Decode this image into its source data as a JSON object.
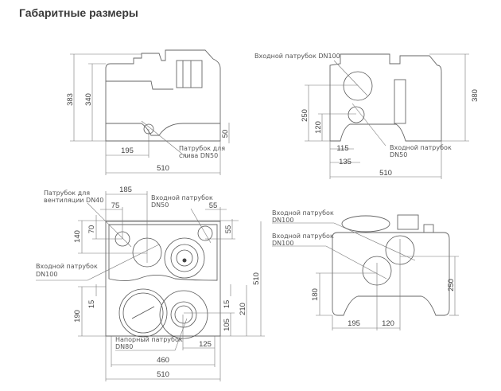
{
  "title": "Габаритные размеры",
  "views": {
    "front": {
      "dims": {
        "h_total": "383",
        "h_body": "340",
        "h_outlet": "50",
        "w_outlet": "195",
        "w_total": "510"
      },
      "labels": {
        "drain_1": "Патрубок для",
        "drain_2": "слива DN50"
      }
    },
    "side": {
      "dims": {
        "h_total": "380",
        "h_inlet100": "250",
        "h_inlet50": "120",
        "w_115": "115",
        "w_135": "135",
        "w_total": "510"
      },
      "labels": {
        "inlet100": "Входной патрубок DN100",
        "inlet50_1": "Входной патрубок",
        "inlet50_2": "DN50"
      }
    },
    "top": {
      "dims": {
        "w_185": "185",
        "w_75": "75",
        "w_55": "55",
        "h_140": "140",
        "h_70": "70",
        "h_55": "55",
        "d_510": "510",
        "h_15a": "15",
        "h_190": "190",
        "h_15b": "15",
        "h_210": "210",
        "h_105": "105",
        "w_125": "125",
        "w_460": "460",
        "w_510": "510"
      },
      "labels": {
        "vent_1": "Патрубок для",
        "vent_2": "вентиляции DN40",
        "in50_1": "Входной патрубок",
        "in50_2": "DN50",
        "in100_1": "Входной патрубок",
        "in100_2": "DN100",
        "press_1": "Напорный патрубок",
        "press_2": "DN80"
      }
    },
    "back": {
      "dims": {
        "h_180": "180",
        "h_250": "250",
        "w_195": "195",
        "w_120": "120"
      },
      "labels": {
        "a_1": "Входной патрубок",
        "a_2": "DN100",
        "b_1": "Входной патрубок",
        "b_2": "DN100"
      }
    }
  }
}
